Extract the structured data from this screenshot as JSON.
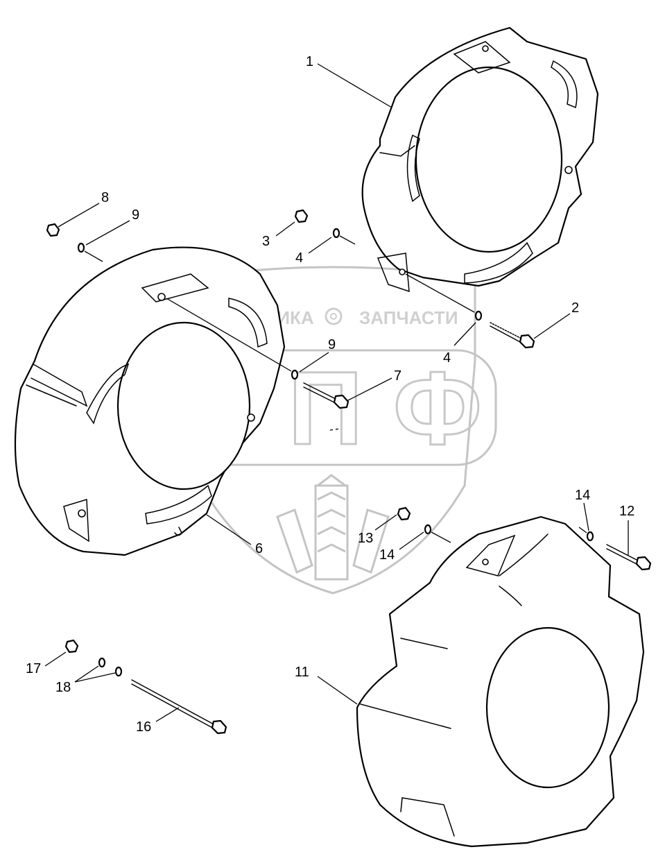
{
  "watermark": {
    "brand_left": "ТЕХНИКА",
    "brand_right": "ЗАПЧАСТИ",
    "logo_letters": "ЭПФ"
  },
  "callouts": [
    {
      "id": "c1",
      "label": "1"
    },
    {
      "id": "c2",
      "label": "2"
    },
    {
      "id": "c3",
      "label": "3"
    },
    {
      "id": "c4a",
      "label": "4"
    },
    {
      "id": "c4b",
      "label": "4"
    },
    {
      "id": "c6",
      "label": "6"
    },
    {
      "id": "c7",
      "label": "7"
    },
    {
      "id": "c8",
      "label": "8"
    },
    {
      "id": "c9a",
      "label": "9"
    },
    {
      "id": "c9b",
      "label": "9"
    },
    {
      "id": "c11",
      "label": "11"
    },
    {
      "id": "c12",
      "label": "12"
    },
    {
      "id": "c13",
      "label": "13"
    },
    {
      "id": "c14a",
      "label": "14"
    },
    {
      "id": "c14b",
      "label": "14"
    },
    {
      "id": "c16",
      "label": "16"
    },
    {
      "id": "c17",
      "label": "17"
    },
    {
      "id": "c18",
      "label": "18"
    }
  ]
}
